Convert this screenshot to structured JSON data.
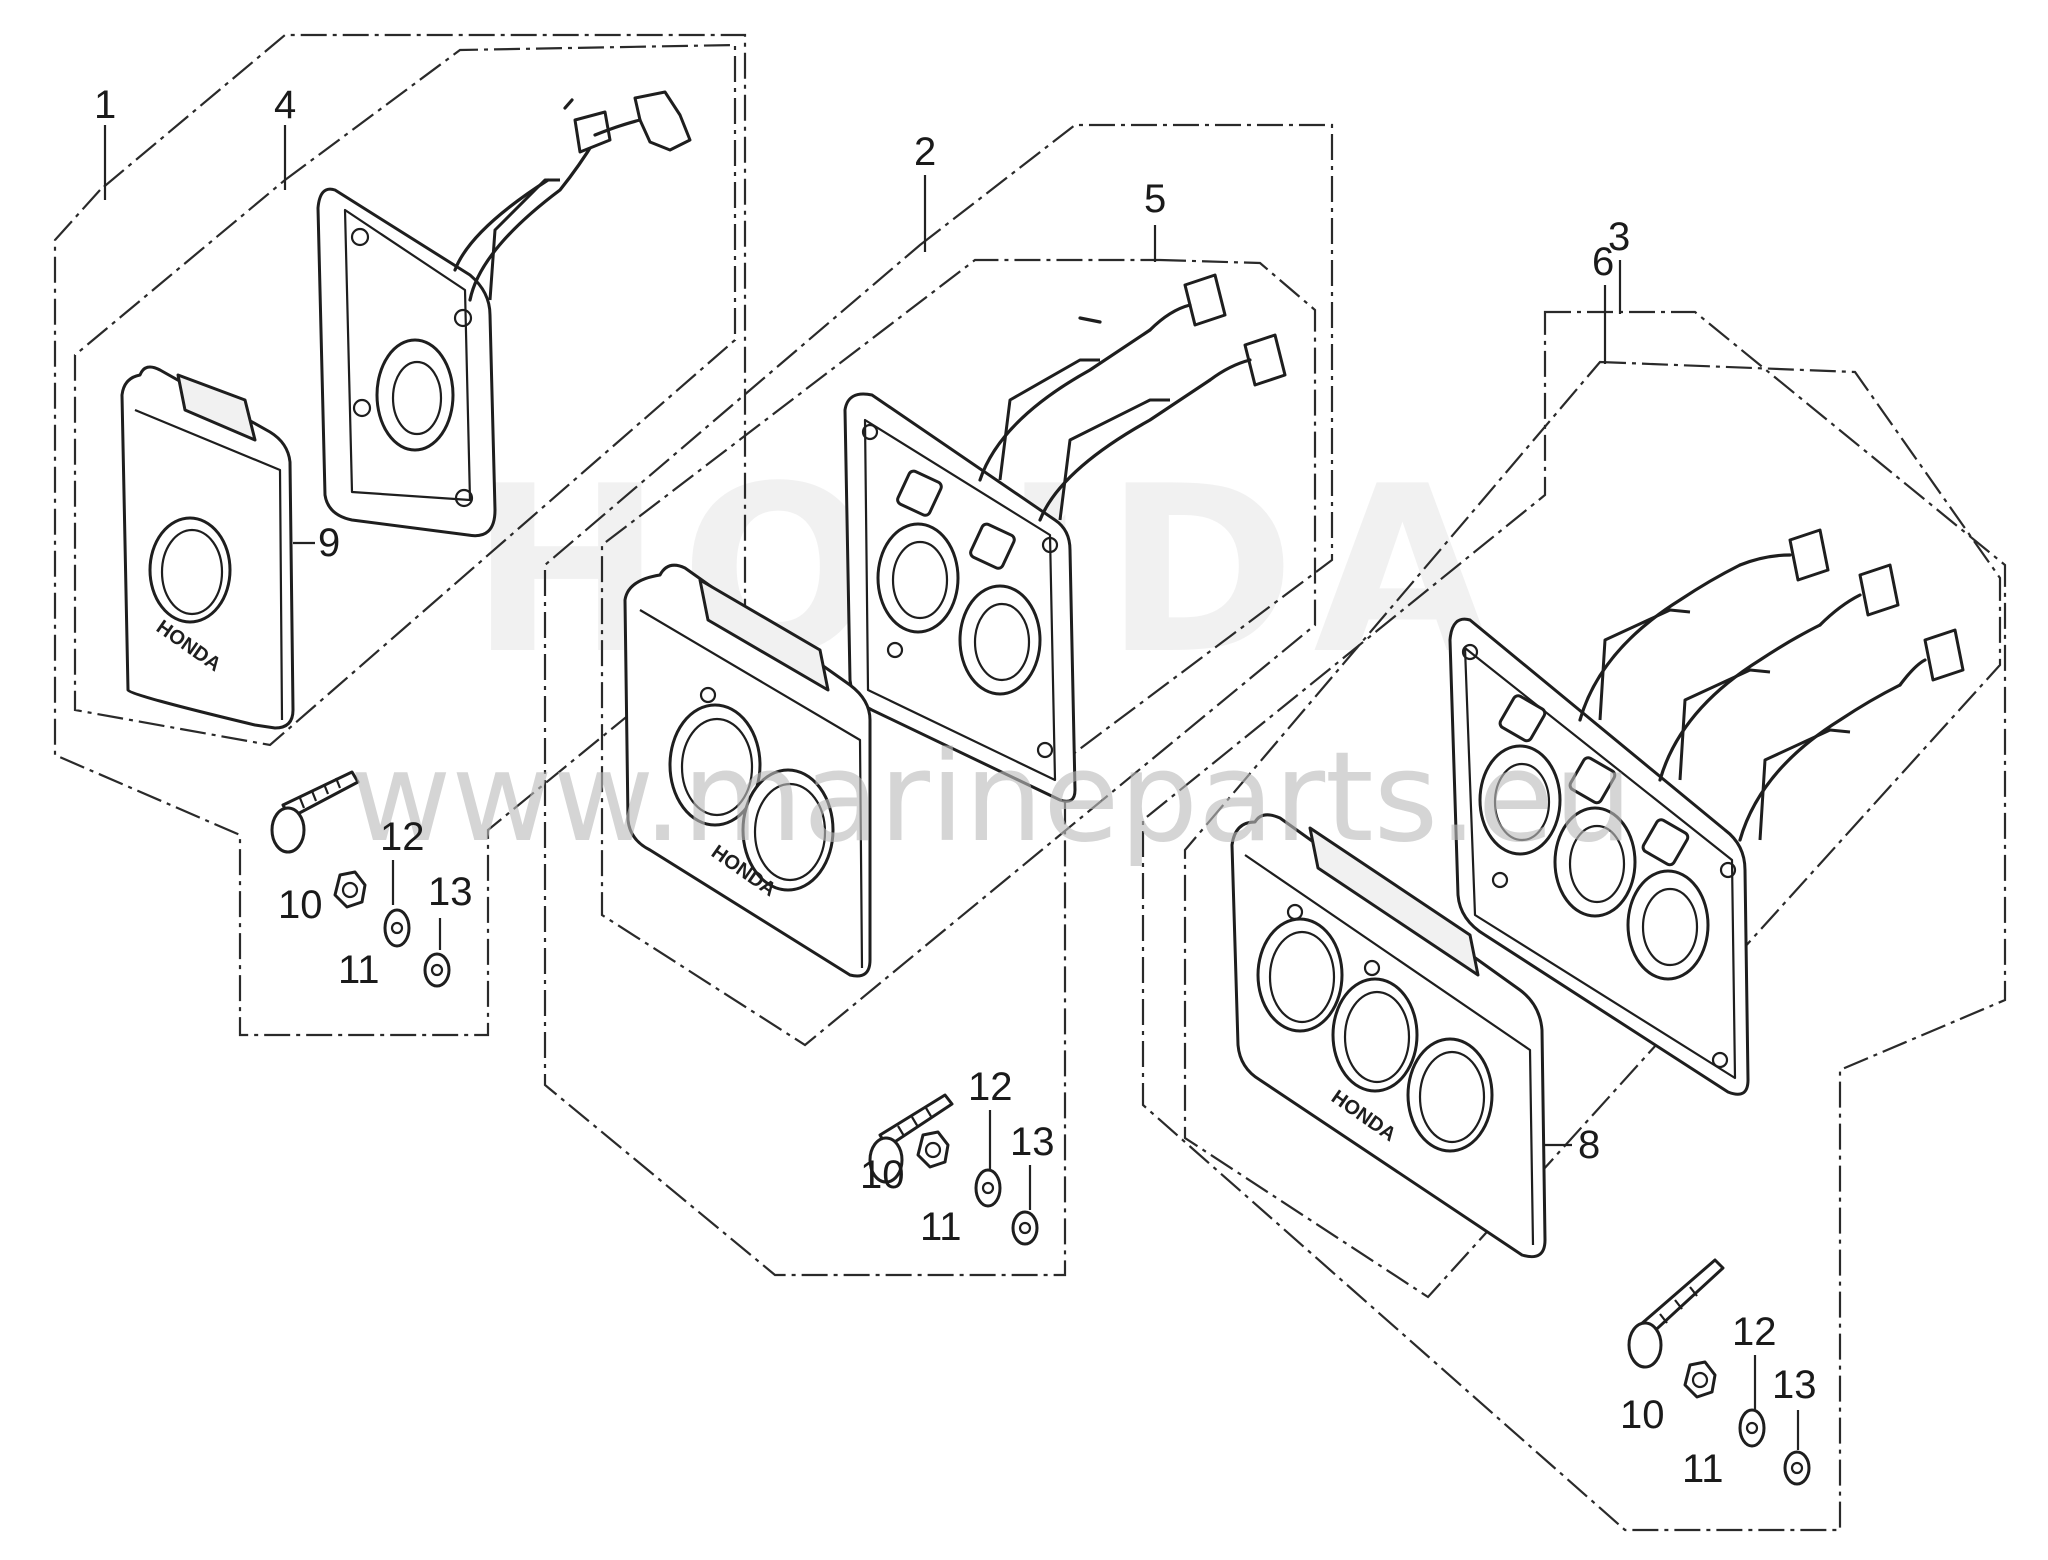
{
  "watermark": {
    "url_text": "www.marineparts.eu",
    "logo_text": "HONDA"
  },
  "brand_mark": "HONDA",
  "callouts": {
    "kit_single": "1",
    "kit_double": "2",
    "kit_triple": "3",
    "switch_assy_single": "4",
    "switch_assy_double": "5",
    "switch_assy_triple": "6",
    "panel_triple": "8",
    "panel_single": "9",
    "screw": "10",
    "nut": "11",
    "washer": "12",
    "lock_washer": "13"
  }
}
